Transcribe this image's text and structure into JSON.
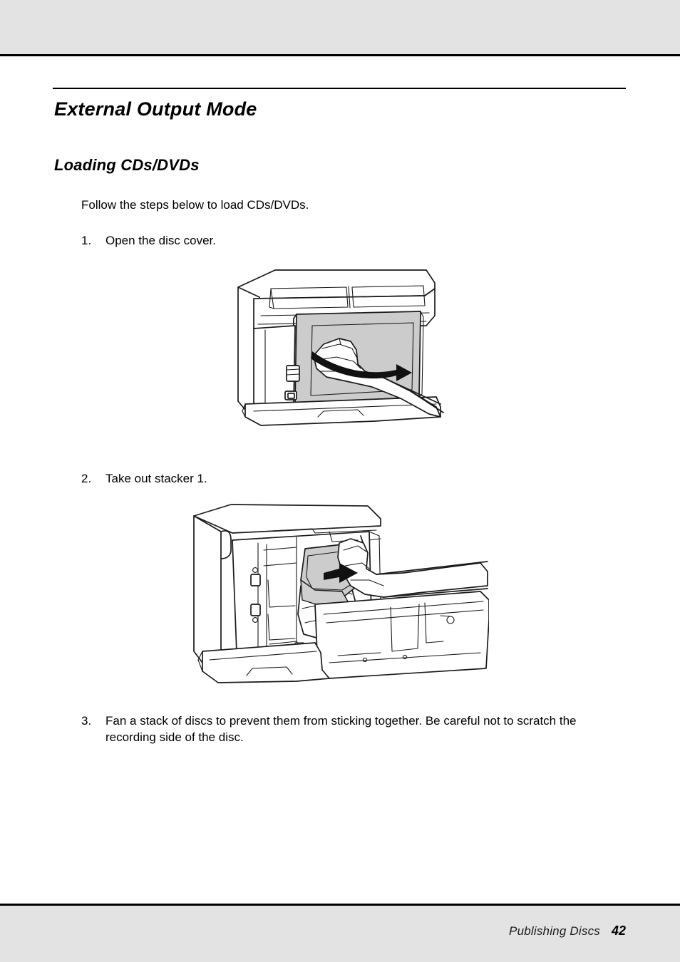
{
  "document": {
    "title": "External Output Mode",
    "subtitle": "Loading CDs/DVDs",
    "intro": "Follow the steps below to load CDs/DVDs.",
    "steps": [
      {
        "number": "1.",
        "text": "Open the disc cover."
      },
      {
        "number": "2.",
        "text": "Take out stacker 1."
      },
      {
        "number": "3.",
        "text": "Fan a stack of discs to prevent them from sticking together. Be careful not to scratch the recording side of the disc."
      }
    ]
  },
  "figures": [
    {
      "id": "figure-open-disc-cover",
      "caption_ref": "1.",
      "description": "Line drawing of a disc publisher with a hand opening the disc cover, curved arrow pointing right"
    },
    {
      "id": "figure-take-out-stacker",
      "caption_ref": "2.",
      "description": "Line drawing of a disc publisher with the cover open and a hand removing stacker 1, arrow pointing right"
    }
  ],
  "footer": {
    "section": "Publishing Discs",
    "page_number": "42"
  },
  "colors": {
    "page_background": "#e3e3e3",
    "sheet": "#ffffff",
    "rule": "#000000",
    "ink": "#1a1a1a",
    "illustration_gray": "#cccccc"
  }
}
